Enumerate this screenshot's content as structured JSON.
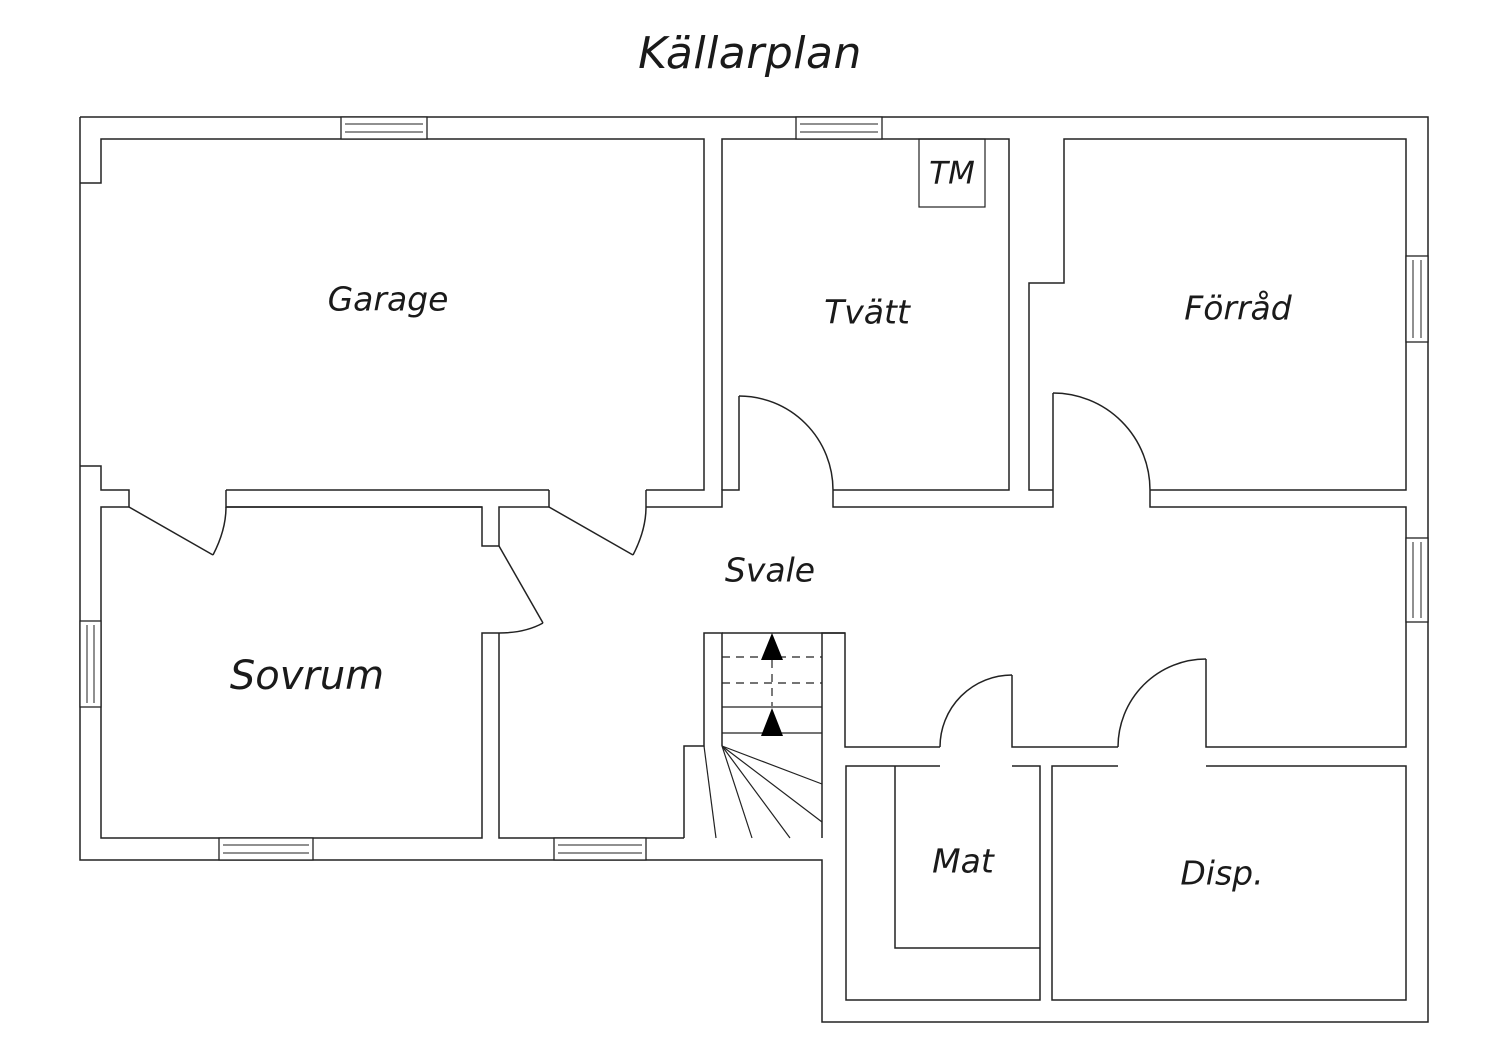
{
  "title": "Källarplan",
  "rooms": {
    "garage": "Garage",
    "tvatt": "Tvätt",
    "forrad": "Förråd",
    "svale": "Svale",
    "sovrum": "Sovrum",
    "mat": "Mat",
    "disp": "Disp."
  },
  "fixtures": {
    "tm": "TM"
  },
  "colors": {
    "line": "#222222",
    "background": "#ffffff"
  }
}
